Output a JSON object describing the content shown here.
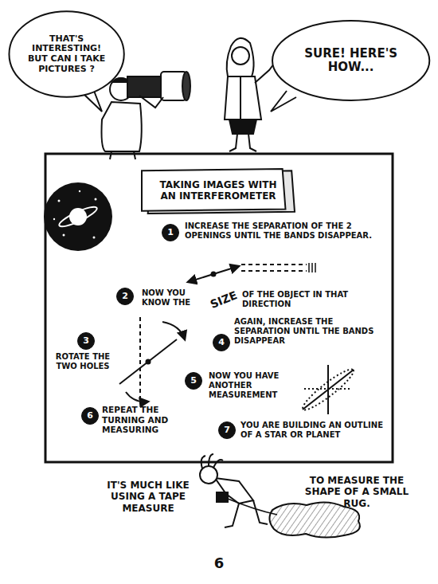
{
  "diagram": {
    "nodes": [
      {
        "text": [
          "THAT'S INTERESTING! BUT CAN I TAKE PICTURES ?"
        ]
      },
      {
        "text": [
          "SURE! HERE'S HOW..."
        ]
      },
      {
        "text": [
          "TAKING IMAGES WITH AN INTERFEROMETER"
        ]
      },
      {
        "text": [
          "1"
        ]
      },
      {
        "text": [
          "2"
        ]
      },
      {
        "text": [
          "3"
        ]
      },
      {
        "text": [
          "4"
        ]
      },
      {
        "text": [
          "5"
        ]
      },
      {
        "text": [
          "6"
        ]
      },
      {
        "text": [
          "7"
        ]
      }
    ],
    "labels": [
      "INCREASE THE SEPARATION OF THE 2 OPENINGS UNTIL THE BANDS DISAPPEAR.",
      "NOW YOU KNOW THE",
      "SIZE",
      "OF THE OBJECT IN THAT DIRECTION",
      "ROTATE THE TWO HOLES",
      "AGAIN, INCREASE THE SEPARATION UNTIL THE BANDS DISAPPEAR",
      "NOW YOU HAVE ANOTHER MEASUREMENT",
      "REPEAT THE TURNING AND MEASURING",
      "YOU ARE BUILDING AN OUTLINE OF A STAR OR PLANET",
      "IT'S MUCH LIKE USING A TAPE MEASURE",
      "TO MEASURE THE SHAPE OF A SMALL RUG.",
      "6"
    ]
  }
}
